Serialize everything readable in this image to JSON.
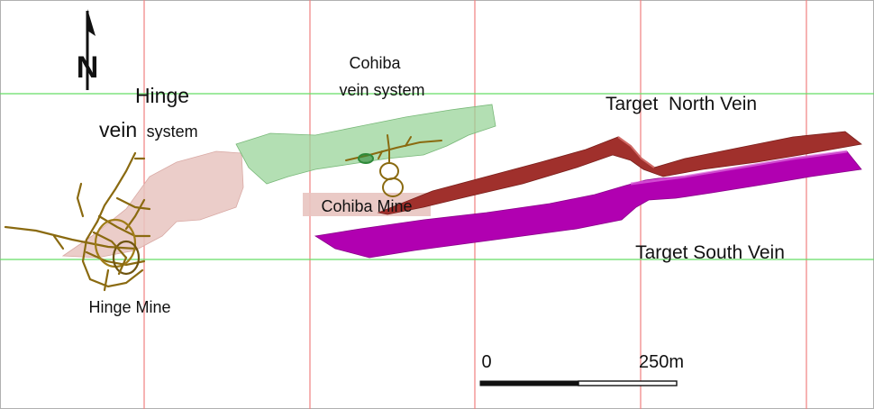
{
  "labels": {
    "hinge_system_line1": "Hinge",
    "hinge_system_line2a": "vein",
    "hinge_system_line2b": "system",
    "cohiba_system_line1": "Cohiba",
    "cohiba_system_line2": "vein system",
    "hinge_mine": "Hinge Mine",
    "cohiba_mine": "Cohiba Mine",
    "target_north": "Target  North Vein",
    "target_south": "Target South Vein"
  },
  "scale_bar": {
    "start_label": "0",
    "end_label": "250m"
  },
  "north_arrow": {
    "label": "N"
  },
  "colors": {
    "grid_vertical": "#f08080",
    "grid_horizontal": "#66dd66",
    "hinge_vein": "#e8c4c0",
    "cohiba_vein": "#9ad49a",
    "north_vein": "#a0302c",
    "south_vein": "#b100b1",
    "mine_workings": "#8a6a10"
  }
}
